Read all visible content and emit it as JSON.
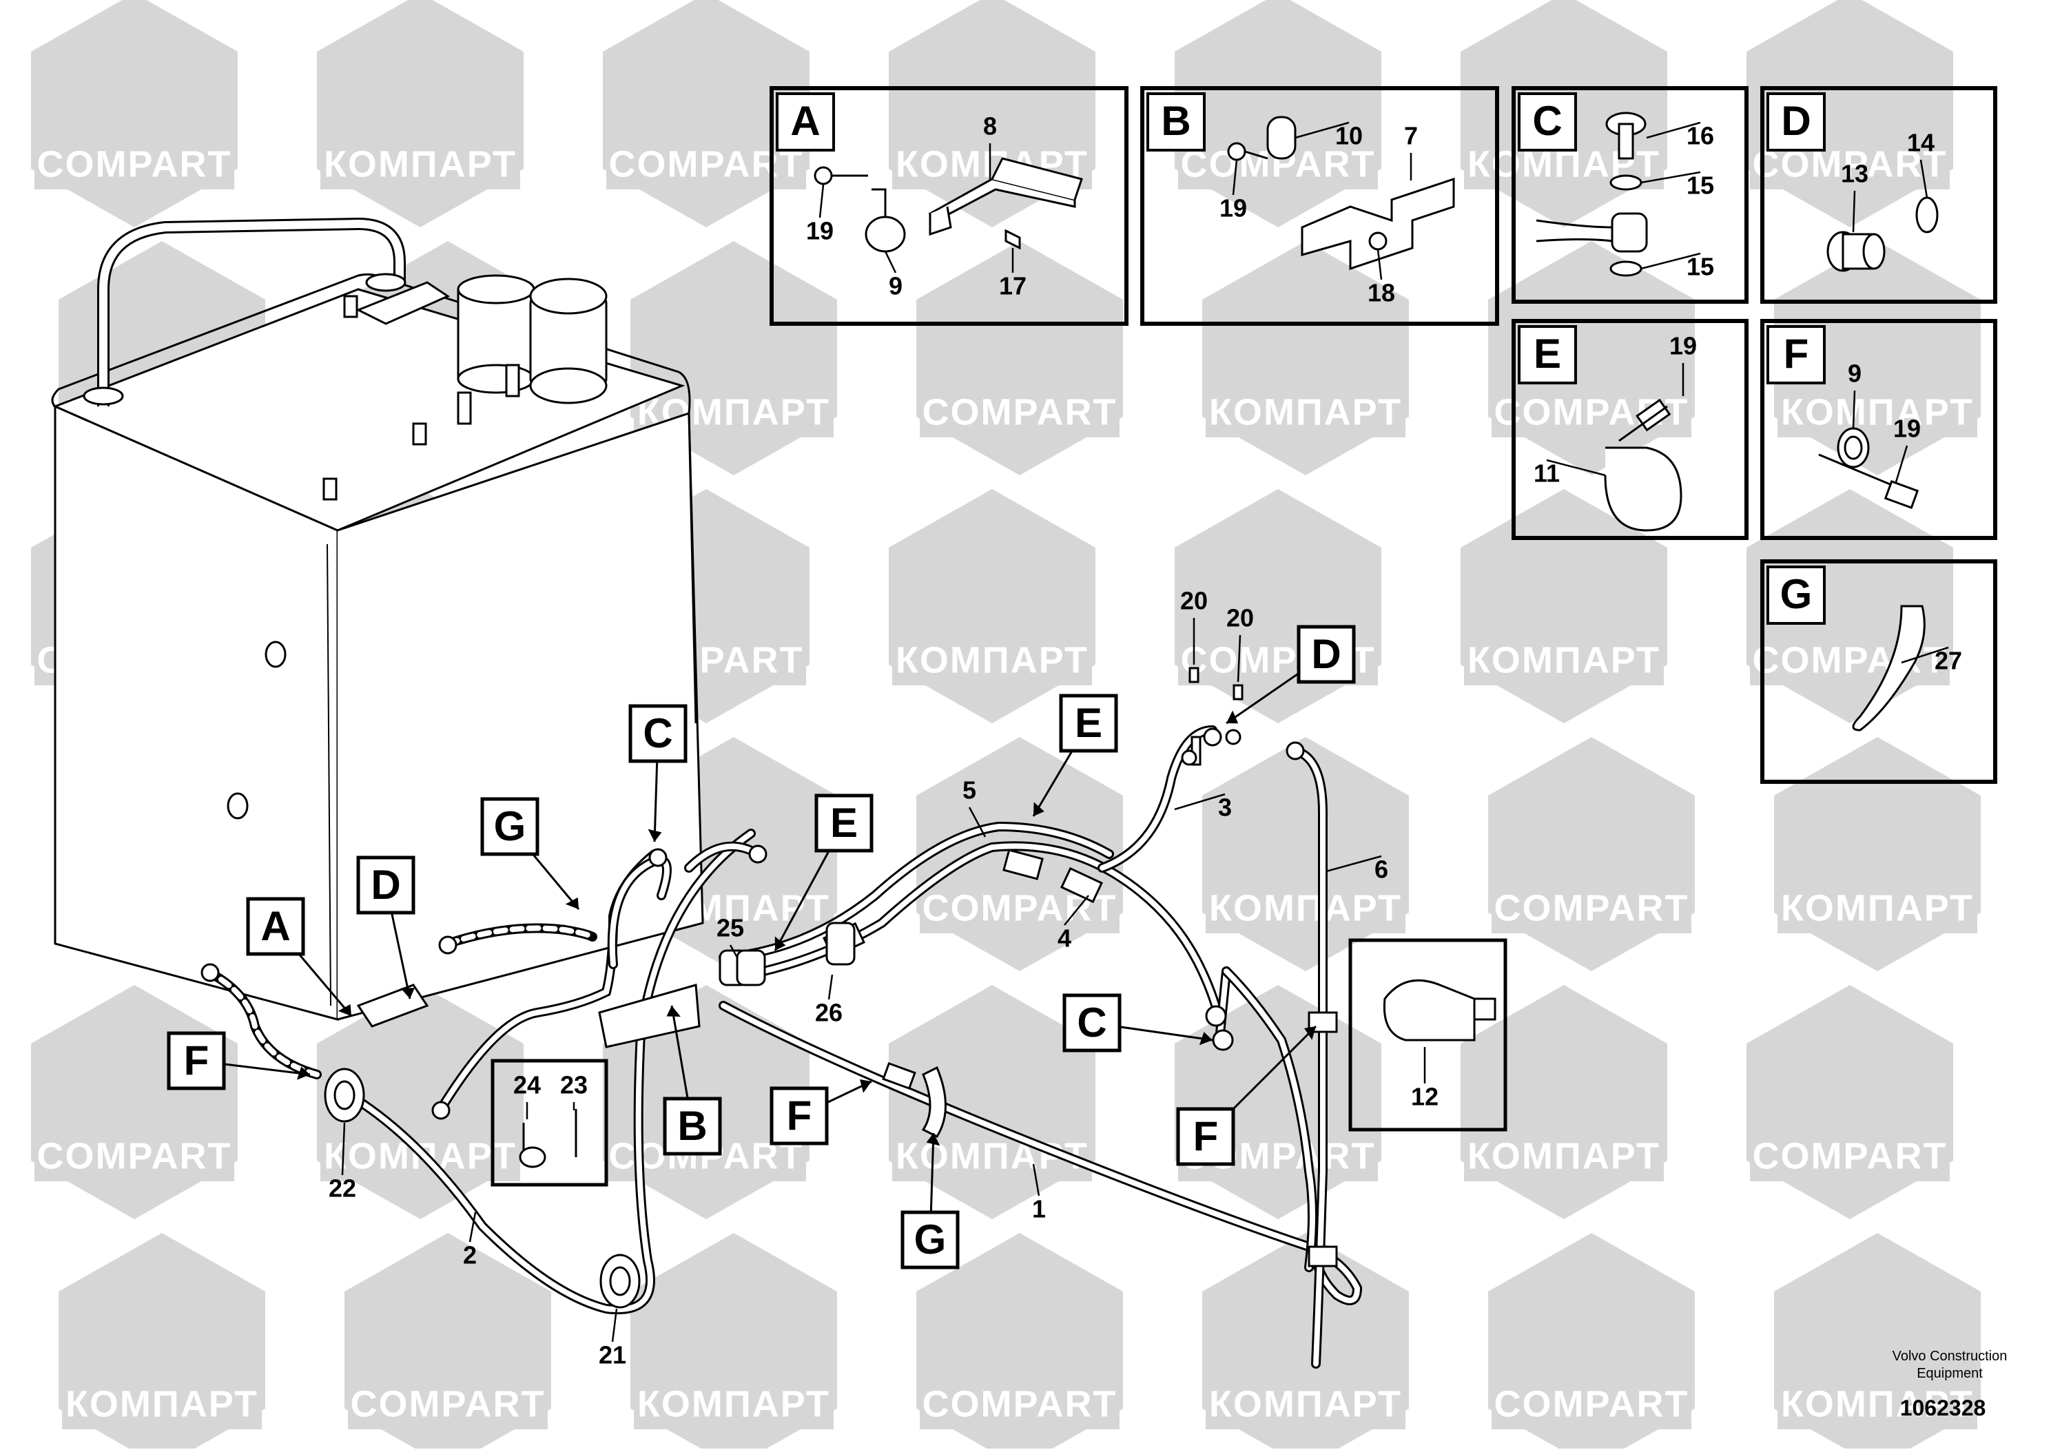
{
  "watermark": {
    "cyrillic": "КОМПАРТ",
    "latin": "COMPART",
    "color": "#d6d6d6"
  },
  "callouts": [
    {
      "id": "c-8",
      "text": "8"
    },
    {
      "id": "c-19a",
      "text": "19"
    },
    {
      "id": "c-9a",
      "text": "9"
    },
    {
      "id": "c-17",
      "text": "17"
    },
    {
      "id": "c-10",
      "text": "10"
    },
    {
      "id": "c-7",
      "text": "7"
    },
    {
      "id": "c-19b",
      "text": "19"
    },
    {
      "id": "c-18",
      "text": "18"
    },
    {
      "id": "c-16",
      "text": "16"
    },
    {
      "id": "c-15a",
      "text": "15"
    },
    {
      "id": "c-15b",
      "text": "15"
    },
    {
      "id": "c-14",
      "text": "14"
    },
    {
      "id": "c-13",
      "text": "13"
    },
    {
      "id": "c-19c",
      "text": "19"
    },
    {
      "id": "c-11",
      "text": "11"
    },
    {
      "id": "c-9b",
      "text": "9"
    },
    {
      "id": "c-19d",
      "text": "19"
    },
    {
      "id": "c-27",
      "text": "27"
    },
    {
      "id": "c-20a",
      "text": "20"
    },
    {
      "id": "c-20b",
      "text": "20"
    },
    {
      "id": "c-5",
      "text": "5"
    },
    {
      "id": "c-3",
      "text": "3"
    },
    {
      "id": "c-6",
      "text": "6"
    },
    {
      "id": "c-4",
      "text": "4"
    },
    {
      "id": "c-25",
      "text": "25"
    },
    {
      "id": "c-26",
      "text": "26"
    },
    {
      "id": "c-24",
      "text": "24"
    },
    {
      "id": "c-23",
      "text": "23"
    },
    {
      "id": "c-22",
      "text": "22"
    },
    {
      "id": "c-2",
      "text": "2"
    },
    {
      "id": "c-21",
      "text": "21"
    },
    {
      "id": "c-1",
      "text": "1"
    },
    {
      "id": "c-12",
      "text": "12"
    }
  ],
  "detail_panels": [
    {
      "id": "panel-a",
      "letter": "A"
    },
    {
      "id": "panel-b",
      "letter": "B"
    },
    {
      "id": "panel-c",
      "letter": "C"
    },
    {
      "id": "panel-d",
      "letter": "D"
    },
    {
      "id": "panel-e",
      "letter": "E"
    },
    {
      "id": "panel-f",
      "letter": "F"
    },
    {
      "id": "panel-g",
      "letter": "G"
    }
  ],
  "view_tags": [
    {
      "id": "tag-c1",
      "letter": "C"
    },
    {
      "id": "tag-g1",
      "letter": "G"
    },
    {
      "id": "tag-d1",
      "letter": "D"
    },
    {
      "id": "tag-a1",
      "letter": "A"
    },
    {
      "id": "tag-f1",
      "letter": "F"
    },
    {
      "id": "tag-b1",
      "letter": "B"
    },
    {
      "id": "tag-f2",
      "letter": "F"
    },
    {
      "id": "tag-e1",
      "letter": "E"
    },
    {
      "id": "tag-e2",
      "letter": "E"
    },
    {
      "id": "tag-d2",
      "letter": "D"
    },
    {
      "id": "tag-c2",
      "letter": "C"
    },
    {
      "id": "tag-f3",
      "letter": "F"
    },
    {
      "id": "tag-g2",
      "letter": "G"
    }
  ],
  "footer": {
    "company": "Volvo Construction",
    "company2": "Equipment",
    "doc_number": "1062328"
  }
}
